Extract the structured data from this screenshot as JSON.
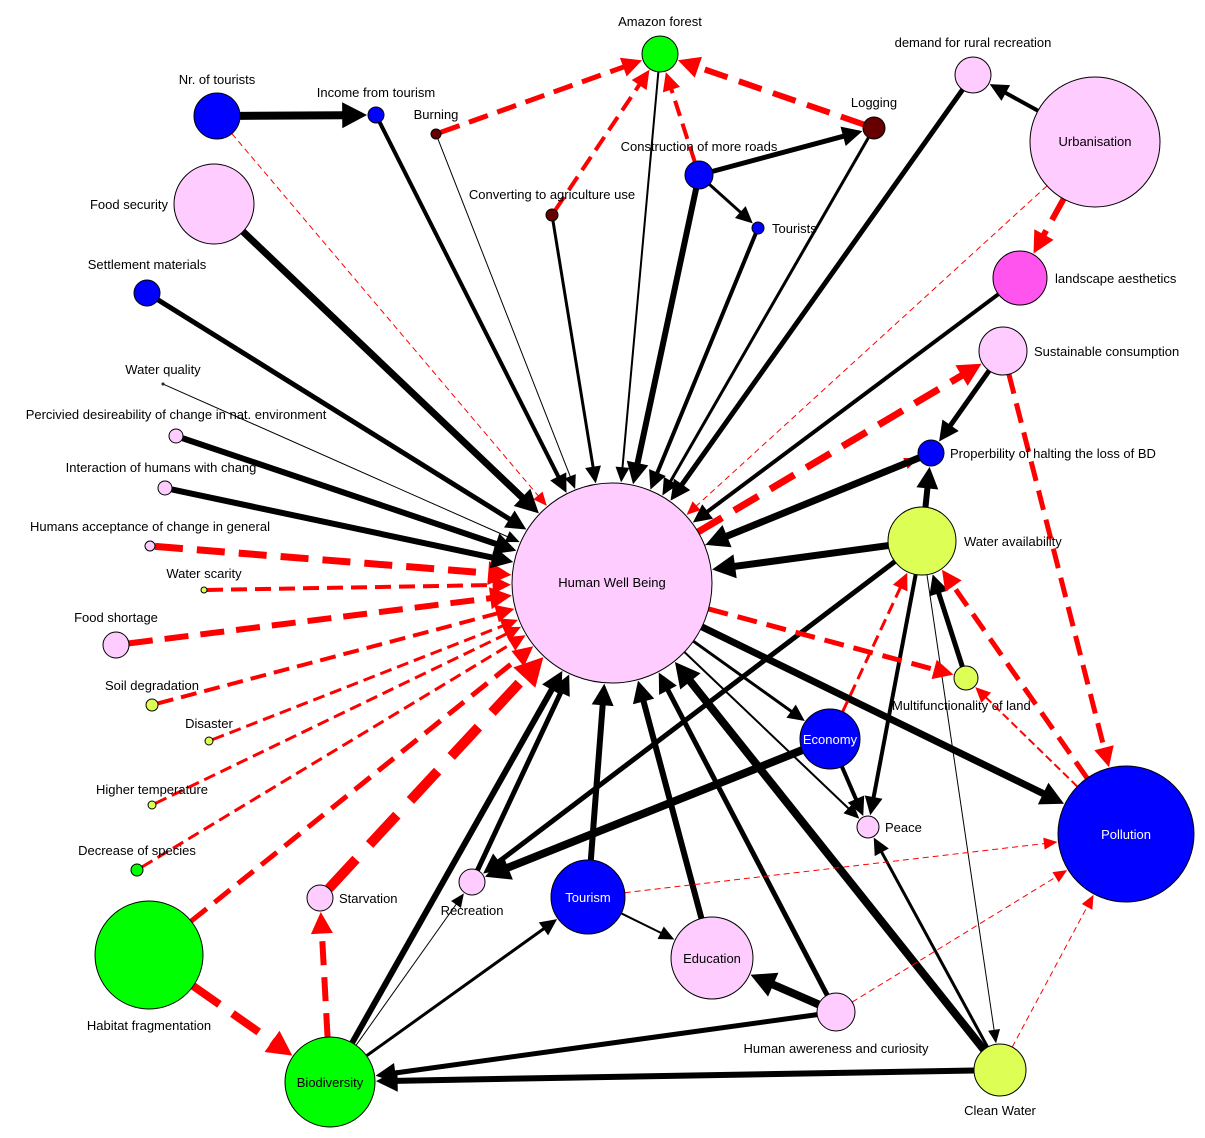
{
  "colors": {
    "positive_edge": "#000000",
    "negative_edge": "#ff0000",
    "dark_blue": "#0000ff",
    "green": "#00ff00",
    "light_pink": "#ffccff",
    "magenta": "#ff55ee",
    "yellow_green": "#ddff55",
    "dark_red": "#660000"
  },
  "nodes": [
    {
      "id": "hwb",
      "label": "Human Well Being",
      "color": "#ffccff"
    },
    {
      "id": "amazon",
      "label": "Amazon forest",
      "color": "#00ff00"
    },
    {
      "id": "demand_rural",
      "label": "demand for rural recreation",
      "color": "#ffccff"
    },
    {
      "id": "urbanisation",
      "label": "Urbanisation",
      "color": "#ffccff"
    },
    {
      "id": "landscape",
      "label": "landscape aesthetics",
      "color": "#ff55ee"
    },
    {
      "id": "sust_cons",
      "label": "Sustainable consumption",
      "color": "#ffccff"
    },
    {
      "id": "prop_halt",
      "label": "Properbility of halting the loss of BD",
      "color": "#0000ff"
    },
    {
      "id": "water_avail",
      "label": "Water availability",
      "color": "#ddff55"
    },
    {
      "id": "multifunc",
      "label": "Multifunctionality of land",
      "color": "#ddff55"
    },
    {
      "id": "pollution",
      "label": "Pollution",
      "color": "#0000ff"
    },
    {
      "id": "economy",
      "label": "Economy",
      "color": "#0000ff"
    },
    {
      "id": "peace",
      "label": "Peace",
      "color": "#ffccff"
    },
    {
      "id": "clean_water",
      "label": "Clean Water",
      "color": "#ddff55"
    },
    {
      "id": "awareness",
      "label": "Human awereness and curiosity",
      "color": "#ffccff"
    },
    {
      "id": "education",
      "label": "Education",
      "color": "#ffccff"
    },
    {
      "id": "tourism",
      "label": "Tourism",
      "color": "#0000ff"
    },
    {
      "id": "recreation",
      "label": "Recreation",
      "color": "#ffccff"
    },
    {
      "id": "starvation",
      "label": "Starvation",
      "color": "#ffccff"
    },
    {
      "id": "biodiversity",
      "label": "Biodiversity",
      "color": "#00ff00"
    },
    {
      "id": "habitat",
      "label": "Habitat fragmentation",
      "color": "#00ff00"
    },
    {
      "id": "decrease_species",
      "label": "Decrease of species",
      "color": "#00ff00"
    },
    {
      "id": "higher_temp",
      "label": "Higher temperature",
      "color": "#ddff55"
    },
    {
      "id": "disaster",
      "label": "Disaster",
      "color": "#ddff55"
    },
    {
      "id": "soil",
      "label": "Soil degradation",
      "color": "#ddff55"
    },
    {
      "id": "food_short",
      "label": "Food shortage",
      "color": "#ffccff"
    },
    {
      "id": "water_scarity",
      "label": "Water scarity",
      "color": "#ddff55"
    },
    {
      "id": "humans_accept",
      "label": "Humans acceptance of change in general",
      "color": "#ffccff"
    },
    {
      "id": "interaction",
      "label": "Interaction of humans with chang",
      "color": "#ffccff"
    },
    {
      "id": "perceived",
      "label": "Percivied desireability of change in nat. environment",
      "color": "#ffccff"
    },
    {
      "id": "water_quality",
      "label": "Water quality",
      "color": "#ffccff"
    },
    {
      "id": "settlement",
      "label": "Settlement materials",
      "color": "#0000ff"
    },
    {
      "id": "food_sec",
      "label": "Food security",
      "color": "#ffccff"
    },
    {
      "id": "nr_tourists",
      "label": "Nr. of tourists",
      "color": "#0000ff"
    },
    {
      "id": "income_tourism",
      "label": "Income from tourism",
      "color": "#0000ff"
    },
    {
      "id": "burning",
      "label": "Burning",
      "color": "#660000"
    },
    {
      "id": "converting",
      "label": "Converting to agriculture use",
      "color": "#660000"
    },
    {
      "id": "roads",
      "label": "Construction of more roads",
      "color": "#0000ff"
    },
    {
      "id": "logging",
      "label": "Logging",
      "color": "#660000"
    },
    {
      "id": "tourists",
      "label": "Tourists",
      "color": "#0000ff"
    }
  ],
  "edges": [
    {
      "from": "nr_tourists",
      "to": "income_tourism",
      "sign": "+",
      "weight": 8
    },
    {
      "from": "nr_tourists",
      "to": "hwb",
      "sign": "-",
      "weight": 1
    },
    {
      "from": "income_tourism",
      "to": "hwb",
      "sign": "+",
      "weight": 4
    },
    {
      "from": "burning",
      "to": "amazon",
      "sign": "-",
      "weight": 5
    },
    {
      "from": "burning",
      "to": "hwb",
      "sign": "+",
      "weight": 1
    },
    {
      "from": "converting",
      "to": "amazon",
      "sign": "-",
      "weight": 4
    },
    {
      "from": "converting",
      "to": "hwb",
      "sign": "+",
      "weight": 3
    },
    {
      "from": "roads",
      "to": "amazon",
      "sign": "-",
      "weight": 4
    },
    {
      "from": "roads",
      "to": "logging",
      "sign": "+",
      "weight": 5
    },
    {
      "from": "roads",
      "to": "tourists",
      "sign": "+",
      "weight": 3
    },
    {
      "from": "roads",
      "to": "hwb",
      "sign": "+",
      "weight": 6
    },
    {
      "from": "logging",
      "to": "amazon",
      "sign": "-",
      "weight": 6
    },
    {
      "from": "logging",
      "to": "hwb",
      "sign": "+",
      "weight": 3
    },
    {
      "from": "amazon",
      "to": "hwb",
      "sign": "+",
      "weight": 2
    },
    {
      "from": "tourists",
      "to": "hwb",
      "sign": "+",
      "weight": 4
    },
    {
      "from": "urbanisation",
      "to": "demand_rural",
      "sign": "+",
      "weight": 4
    },
    {
      "from": "urbanisation",
      "to": "landscape",
      "sign": "-",
      "weight": 6
    },
    {
      "from": "urbanisation",
      "to": "hwb",
      "sign": "-",
      "weight": 1
    },
    {
      "from": "demand_rural",
      "to": "hwb",
      "sign": "+",
      "weight": 5
    },
    {
      "from": "landscape",
      "to": "hwb",
      "sign": "+",
      "weight": 4
    },
    {
      "from": "hwb",
      "to": "sust_cons",
      "sign": "-",
      "weight": 7
    },
    {
      "from": "sust_cons",
      "to": "prop_halt",
      "sign": "+",
      "weight": 5
    },
    {
      "from": "sust_cons",
      "to": "pollution",
      "sign": "-",
      "weight": 5
    },
    {
      "from": "hwb",
      "to": "prop_halt",
      "sign": "-",
      "weight": 1
    },
    {
      "from": "prop_halt",
      "to": "hwb",
      "sign": "+",
      "weight": 7
    },
    {
      "from": "water_avail",
      "to": "prop_halt",
      "sign": "+",
      "weight": 6
    },
    {
      "from": "water_avail",
      "to": "hwb",
      "sign": "+",
      "weight": 7
    },
    {
      "from": "water_avail",
      "to": "recreation",
      "sign": "+",
      "weight": 5
    },
    {
      "from": "water_avail",
      "to": "peace",
      "sign": "+",
      "weight": 4
    },
    {
      "from": "water_avail",
      "to": "clean_water",
      "sign": "+",
      "weight": 1
    },
    {
      "from": "hwb",
      "to": "multifunc",
      "sign": "-",
      "weight": 5
    },
    {
      "from": "multifunc",
      "to": "water_avail",
      "sign": "+",
      "weight": 5
    },
    {
      "from": "pollution",
      "to": "multifunc",
      "sign": "-",
      "weight": 2
    },
    {
      "from": "pollution",
      "to": "water_avail",
      "sign": "-",
      "weight": 5
    },
    {
      "from": "hwb",
      "to": "pollution",
      "sign": "+",
      "weight": 7
    },
    {
      "from": "economy",
      "to": "water_avail",
      "sign": "-",
      "weight": 3
    },
    {
      "from": "economy",
      "to": "peace",
      "sign": "+",
      "weight": 4
    },
    {
      "from": "economy",
      "to": "recreation",
      "sign": "+",
      "weight": 8
    },
    {
      "from": "hwb",
      "to": "peace",
      "sign": "+",
      "weight": 2
    },
    {
      "from": "hwb",
      "to": "economy",
      "sign": "+",
      "weight": 3
    },
    {
      "from": "clean_water",
      "to": "peace",
      "sign": "+",
      "weight": 3
    },
    {
      "from": "clean_water",
      "to": "hwb",
      "sign": "+",
      "weight": 8
    },
    {
      "from": "clean_water",
      "to": "pollution",
      "sign": "-",
      "weight": 1
    },
    {
      "from": "clean_water",
      "to": "biodiversity",
      "sign": "+",
      "weight": 6
    },
    {
      "from": "awareness",
      "to": "education",
      "sign": "+",
      "weight": 8
    },
    {
      "from": "awareness",
      "to": "hwb",
      "sign": "+",
      "weight": 5
    },
    {
      "from": "awareness",
      "to": "pollution",
      "sign": "-",
      "weight": 1
    },
    {
      "from": "awareness",
      "to": "biodiversity",
      "sign": "+",
      "weight": 5
    },
    {
      "from": "education",
      "to": "hwb",
      "sign": "+",
      "weight": 6
    },
    {
      "from": "tourism",
      "to": "hwb",
      "sign": "+",
      "weight": 6
    },
    {
      "from": "tourism",
      "to": "education",
      "sign": "+",
      "weight": 2
    },
    {
      "from": "tourism",
      "to": "pollution",
      "sign": "-",
      "weight": 1
    },
    {
      "from": "recreation",
      "to": "hwb",
      "sign": "+",
      "weight": 5
    },
    {
      "from": "biodiversity",
      "to": "recreation",
      "sign": "+",
      "weight": 1
    },
    {
      "from": "biodiversity",
      "to": "tourism",
      "sign": "+",
      "weight": 3
    },
    {
      "from": "biodiversity",
      "to": "starvation",
      "sign": "-",
      "weight": 6
    },
    {
      "from": "biodiversity",
      "to": "hwb",
      "sign": "+",
      "weight": 6
    },
    {
      "from": "habitat",
      "to": "biodiversity",
      "sign": "-",
      "weight": 8
    },
    {
      "from": "habitat",
      "to": "hwb",
      "sign": "-",
      "weight": 5
    },
    {
      "from": "starvation",
      "to": "hwb",
      "sign": "-",
      "weight": 10
    },
    {
      "from": "decrease_species",
      "to": "hwb",
      "sign": "-",
      "weight": 3
    },
    {
      "from": "higher_temp",
      "to": "hwb",
      "sign": "-",
      "weight": 3
    },
    {
      "from": "disaster",
      "to": "hwb",
      "sign": "-",
      "weight": 3
    },
    {
      "from": "soil",
      "to": "hwb",
      "sign": "-",
      "weight": 4
    },
    {
      "from": "food_short",
      "to": "hwb",
      "sign": "-",
      "weight": 6
    },
    {
      "from": "water_scarity",
      "to": "hwb",
      "sign": "-",
      "weight": 4
    },
    {
      "from": "humans_accept",
      "to": "hwb",
      "sign": "-",
      "weight": 7
    },
    {
      "from": "interaction",
      "to": "hwb",
      "sign": "+",
      "weight": 6
    },
    {
      "from": "perceived",
      "to": "hwb",
      "sign": "+",
      "weight": 6
    },
    {
      "from": "water_quality",
      "to": "hwb",
      "sign": "+",
      "weight": 1
    },
    {
      "from": "settlement",
      "to": "hwb",
      "sign": "+",
      "weight": 5
    },
    {
      "from": "food_sec",
      "to": "hwb",
      "sign": "+",
      "weight": 7
    }
  ]
}
